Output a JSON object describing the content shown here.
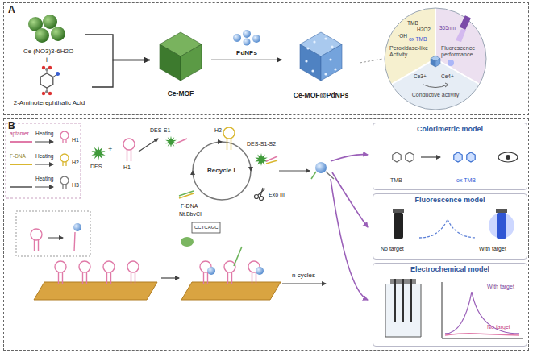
{
  "diagram": {
    "nodes": [
      {
        "text": [
          "A"
        ]
      },
      {
        "text": [
          "Ce (NO3)3·6H2O"
        ],
        "in": 0
      },
      {
        "text": [
          "2-Aminoterephthalic Acid"
        ],
        "in": 0
      },
      {
        "text": [
          "Ce-MOF"
        ],
        "in": 0
      },
      {
        "text": [
          "Ce-MOF@PdNPs"
        ],
        "in": 0
      },
      {
        "text": [
          "Peroxidase-like Activity",
          "Fluorescence performance",
          "Conductive activity"
        ],
        "in": 0
      },
      {
        "text": [
          "B"
        ]
      },
      {
        "text": [
          "Colorimetric model"
        ],
        "in": 6
      },
      {
        "text": [
          "Fluorescence model"
        ],
        "in": 6
      },
      {
        "text": [
          "Electrochemical model"
        ],
        "in": 6
      }
    ],
    "edges": [
      {
        "from": 1,
        "to": 3,
        "arrow": "to"
      },
      {
        "from": 2,
        "to": 3,
        "arrow": "to"
      },
      {
        "from": 3,
        "to": 4,
        "label": "PdNPs",
        "arrow": "to"
      },
      {
        "from": 4,
        "to": 5,
        "arrow": "none"
      }
    ],
    "labels": [
      "+",
      "TMB",
      "H2O2",
      "·OH",
      "ox TMB",
      "365nm",
      "Ce3+",
      "Ce4+",
      "aptamer",
      "Heating",
      "H1",
      "F-DNA",
      "Heating",
      "H2",
      "Heating",
      "H3",
      "DES",
      "+",
      "H1",
      "DES-S1",
      "H2",
      "DES-S1-S2",
      "Recycle I",
      "F-DNA",
      "Exo III",
      "Nt.BbvCI",
      "CCTCAGC",
      "n cycles",
      "TMB",
      "ox TMB",
      "No target",
      "With target",
      "With target",
      "No target"
    ]
  }
}
